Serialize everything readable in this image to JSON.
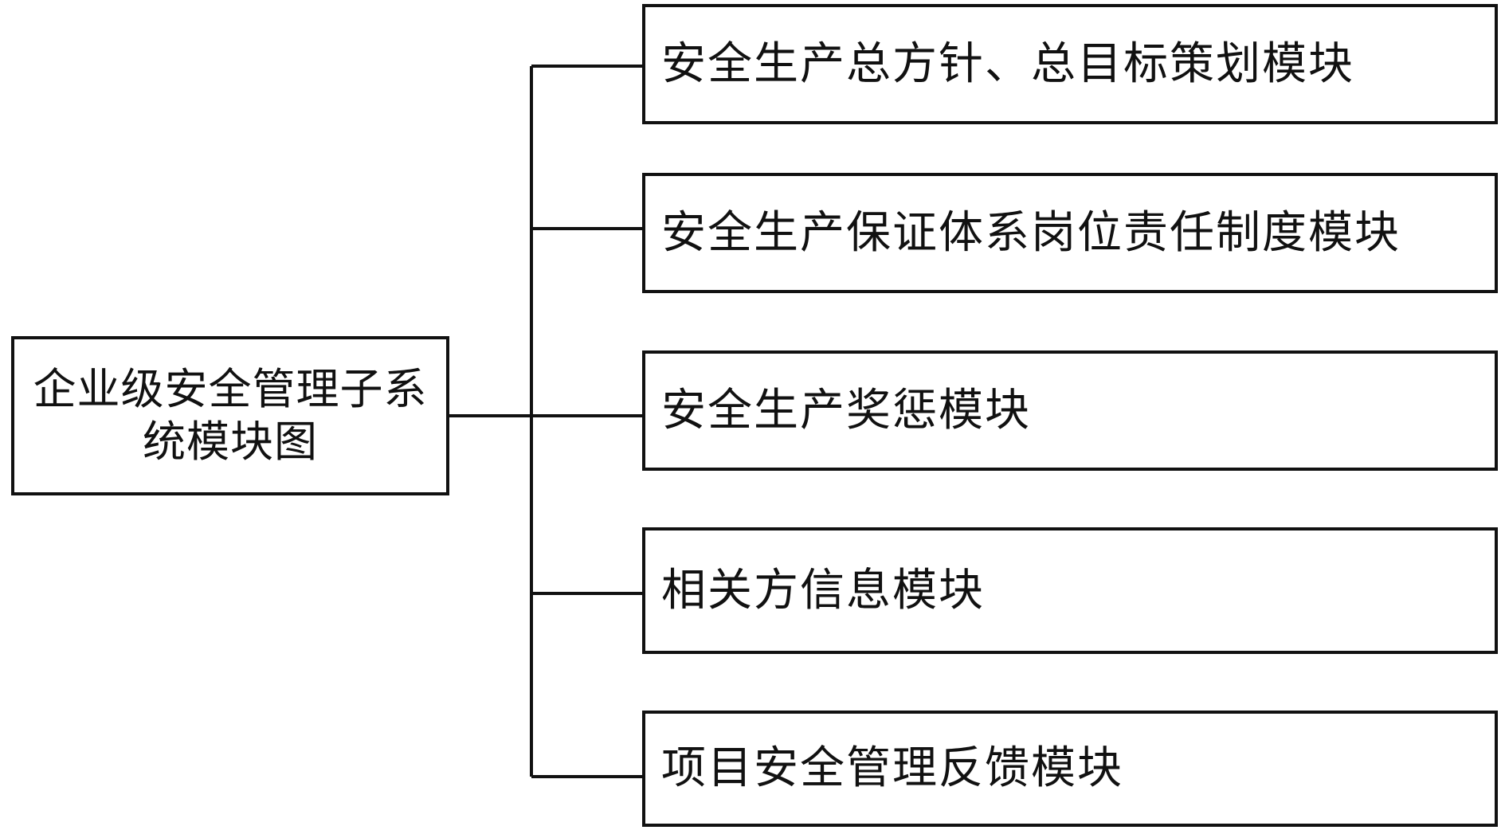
{
  "diagram": {
    "root": {
      "label": "企业级安全管理子系统模块图"
    },
    "modules": [
      {
        "label": "安全生产总方针、总目标策划模块"
      },
      {
        "label": "安全生产保证体系岗位责任制度模块"
      },
      {
        "label": "安全生产奖惩模块"
      },
      {
        "label": "相关方信息模块"
      },
      {
        "label": "项目安全管理反馈模块"
      }
    ],
    "colors": {
      "line": "#111111",
      "box_border": "#111111",
      "background": "#ffffff"
    }
  }
}
